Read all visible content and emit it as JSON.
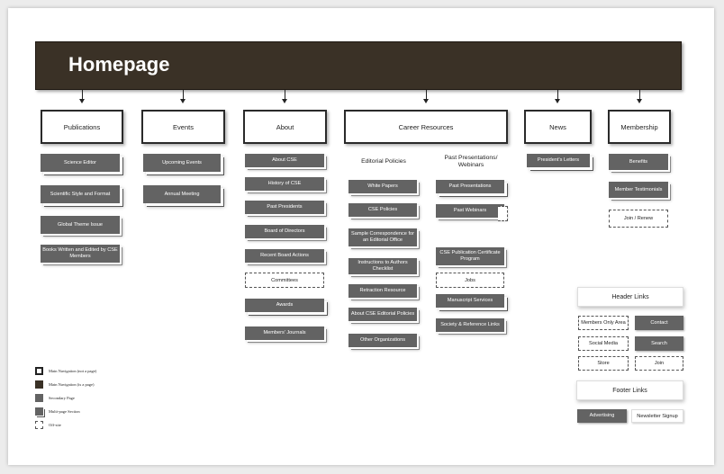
{
  "title": "Homepage",
  "nav": {
    "publications": "Publications",
    "events": "Events",
    "about": "About",
    "career": "Career Resources",
    "news": "News",
    "membership": "Membership"
  },
  "publications": [
    "Science Editor",
    "Scientific Style and Format",
    "Global Theme Issue",
    "Books Written and Edited by CSE Members"
  ],
  "events": [
    "Upcoming Events",
    "Annual Meeting"
  ],
  "about": [
    "About CSE",
    "History of CSE",
    "Past Presidents",
    "Board of Directors",
    "Recent Board Actions",
    "Committees",
    "Awards",
    "Members' Journals"
  ],
  "career": {
    "editorial_heading": "Editorial Policies",
    "editorial": [
      "White Papers",
      "CSE Policies",
      "Sample Correspondence for an Editorial Office",
      "Instructions to Authors Checklist",
      "Retraction Resource",
      "About CSE Editorial Policies",
      "Other Organizations"
    ],
    "past_heading": "Past Presentations/ Webinars",
    "past": [
      "Past Presentations",
      "Past Webinars"
    ],
    "other": [
      "CSE Publication Certificate Program",
      "Jobs",
      "Manuscript Services",
      "Society & Reference Links"
    ]
  },
  "news": [
    "President's Letters"
  ],
  "membership": [
    "Benefits",
    "Member Testimonials",
    "Join / Renew"
  ],
  "header_links": {
    "title": "Header Links",
    "items": [
      "Members Only Area",
      "Contact",
      "Social Media",
      "Search",
      "Store",
      "Join"
    ]
  },
  "footer_links": {
    "title": "Footer Links",
    "items": [
      "Advertising",
      "Newsletter Signup"
    ]
  },
  "legend": [
    "Main Navigation (not a page)",
    "Main Navigation (is a page)",
    "Secondary Page",
    "Multi-page Section",
    "Off-site"
  ],
  "colors": {
    "header": "#3a3126",
    "secondary": "#636363"
  }
}
